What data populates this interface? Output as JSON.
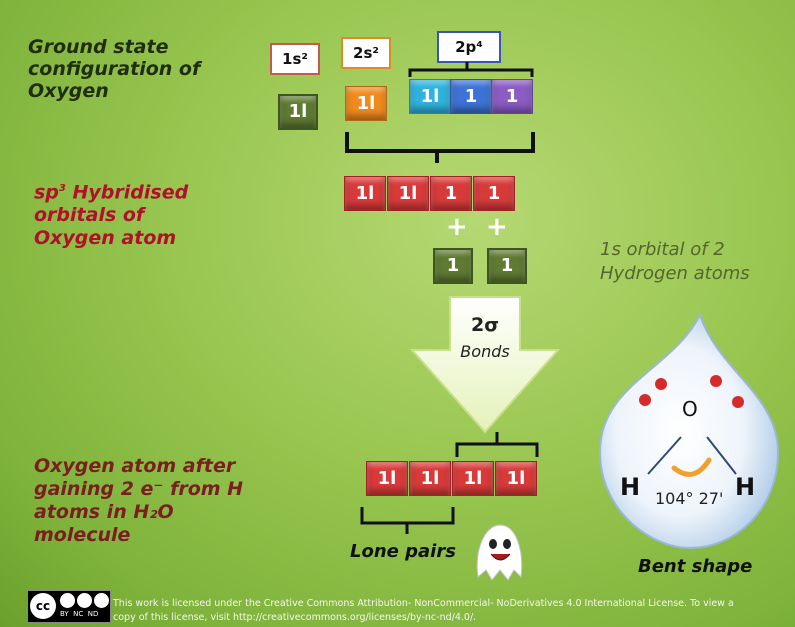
{
  "ground_state": {
    "title_lines": [
      "Ground state",
      "configuration of",
      "Oxygen"
    ],
    "tags": [
      "1s²",
      "2s²",
      "2p⁴"
    ],
    "boxes_1s": [
      "1l"
    ],
    "boxes_2s": [
      "1l"
    ],
    "boxes_2p": [
      "1l",
      "1",
      "1"
    ]
  },
  "hybrid": {
    "title_prefix": "sp",
    "title_sup": "3",
    "title_rest": " Hybridised",
    "title_lines": [
      "orbitals of",
      "Oxygen atom"
    ],
    "boxes": [
      "1l",
      "1l",
      "1",
      "1"
    ],
    "plus": [
      "+",
      "+"
    ]
  },
  "hydrogen": {
    "label_lines": [
      "1s orbital of 2",
      "Hydrogen atoms"
    ],
    "boxes": [
      "1",
      "1"
    ]
  },
  "arrow": {
    "line1": "2σ",
    "line2": "Bonds"
  },
  "after": {
    "title_lines": [
      "Oxygen atom after",
      "gaining 2 e⁻ from H",
      "atoms in H₂O",
      "molecule"
    ],
    "boxes": [
      "1l",
      "1l",
      "1l",
      "1l"
    ],
    "lone_pairs_label": "Lone pairs"
  },
  "molecule": {
    "O": "O",
    "H_left": "H",
    "H_right": "H",
    "angle": "104° 27'",
    "shape_label": "Bent shape"
  },
  "license": {
    "line1": "This work is licensed under the Creative Commons Attribution- NonCommercial- NoDerivatives 4.0 International License. To view a",
    "line2": "copy of this license,  visit http://creativecommons.org/licenses/by-nc-nd/4.0/.",
    "badge_text": "BY  NC  ND"
  },
  "colors": {
    "background": "#98c650",
    "red_box": "#d83a3a",
    "olive_box": "#5f7a32",
    "orange_box": "#f08a1c",
    "cyan_box": "#2fb3dd",
    "blue_box": "#3d73d6",
    "purple_box": "#8a5cc4"
  }
}
